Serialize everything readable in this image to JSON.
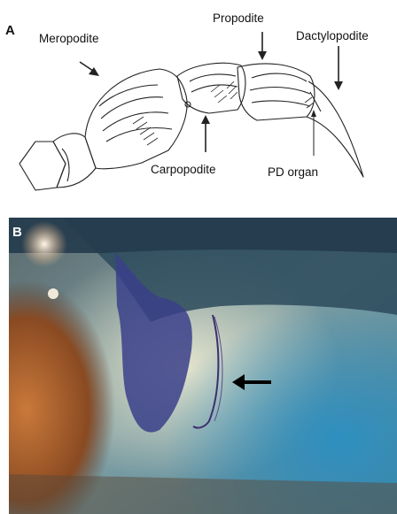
{
  "panel_a": {
    "letter": "A",
    "labels": {
      "meropodite": "Meropodite",
      "propodite": "Propodite",
      "dactylopodite": "Dactylopodite",
      "carpopodite": "Carpopodite",
      "pd_organ": "PD organ"
    }
  },
  "panel_b": {
    "letter": "B"
  },
  "colors": {
    "line": "#222222",
    "photo_orange": "#b86a2c",
    "photo_blue": "#2f7fa6",
    "stain_purple": "#3a3f8a"
  }
}
